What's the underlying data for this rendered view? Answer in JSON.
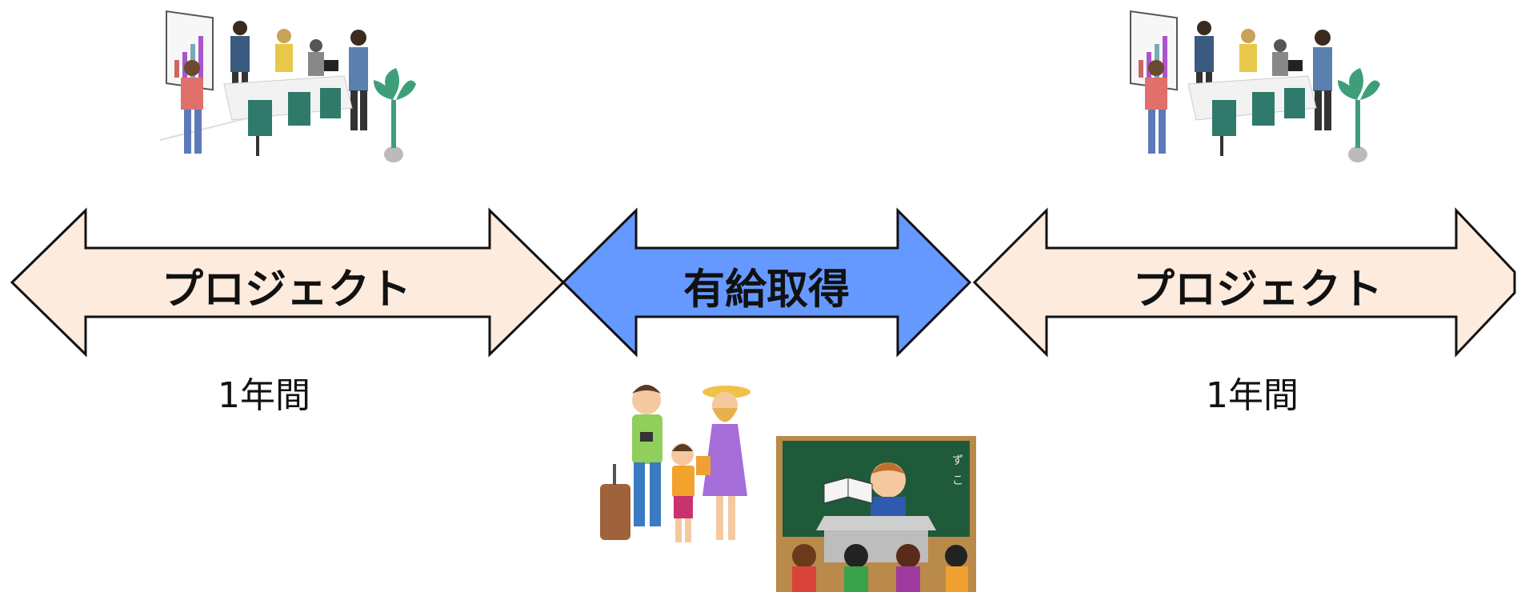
{
  "timeline": {
    "segments": [
      {
        "label": "プロジェクト",
        "fill": "#fdebde",
        "duration": "1年間"
      },
      {
        "label": "有給取得",
        "fill": "#6699ff",
        "duration": ""
      },
      {
        "label": "プロジェクト",
        "fill": "#fdebde",
        "duration": "1年間"
      }
    ]
  },
  "illustrations": {
    "left": "office-meeting-illustration",
    "right": "office-meeting-illustration",
    "family": "family-travel-illustration",
    "classroom": "classroom-illustration"
  }
}
